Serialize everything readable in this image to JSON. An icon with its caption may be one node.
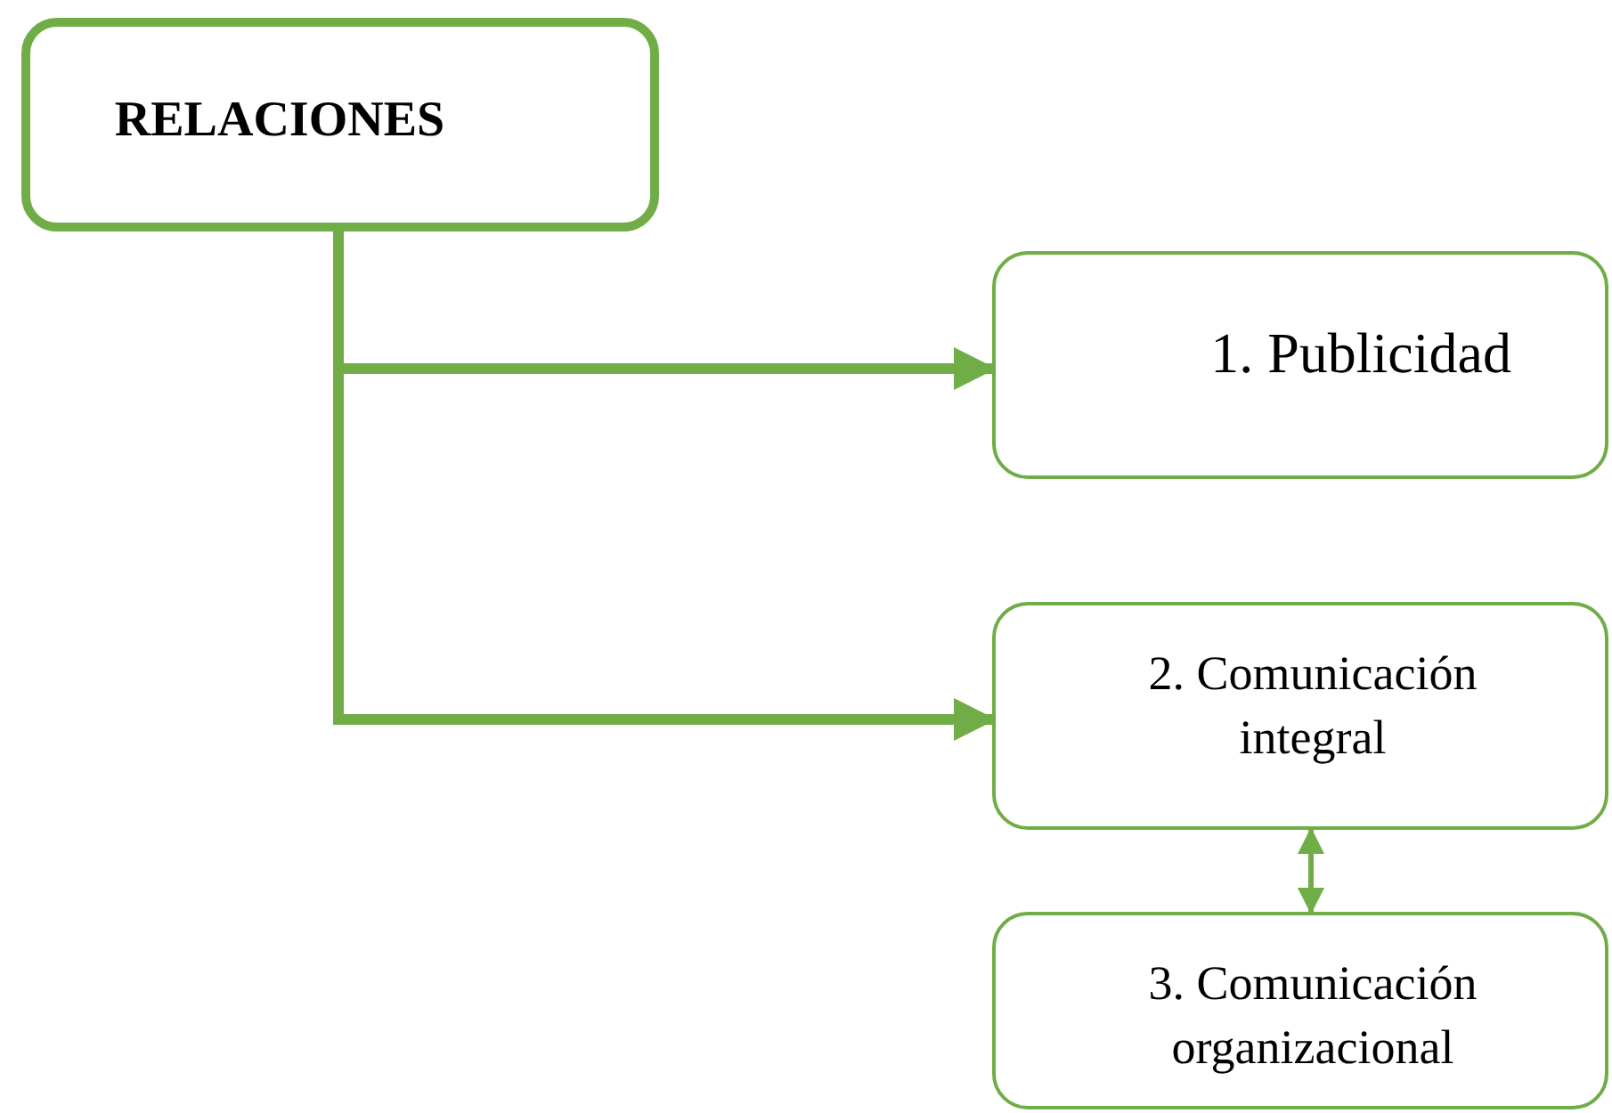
{
  "diagram": {
    "nodes": [
      {
        "text": [
          "RELACIONES"
        ]
      },
      {
        "text": [
          "1. Publicidad"
        ]
      },
      {
        "text": [
          "2. Comunicación integral"
        ]
      },
      {
        "text": [
          "3. Comunicación organizacional"
        ]
      }
    ],
    "edges": [
      {
        "from": 0,
        "to": 1,
        "arrow": "to"
      },
      {
        "from": 0,
        "to": 2,
        "arrow": "to"
      },
      {
        "from": 2,
        "to": 3,
        "arrow": "both"
      }
    ]
  }
}
